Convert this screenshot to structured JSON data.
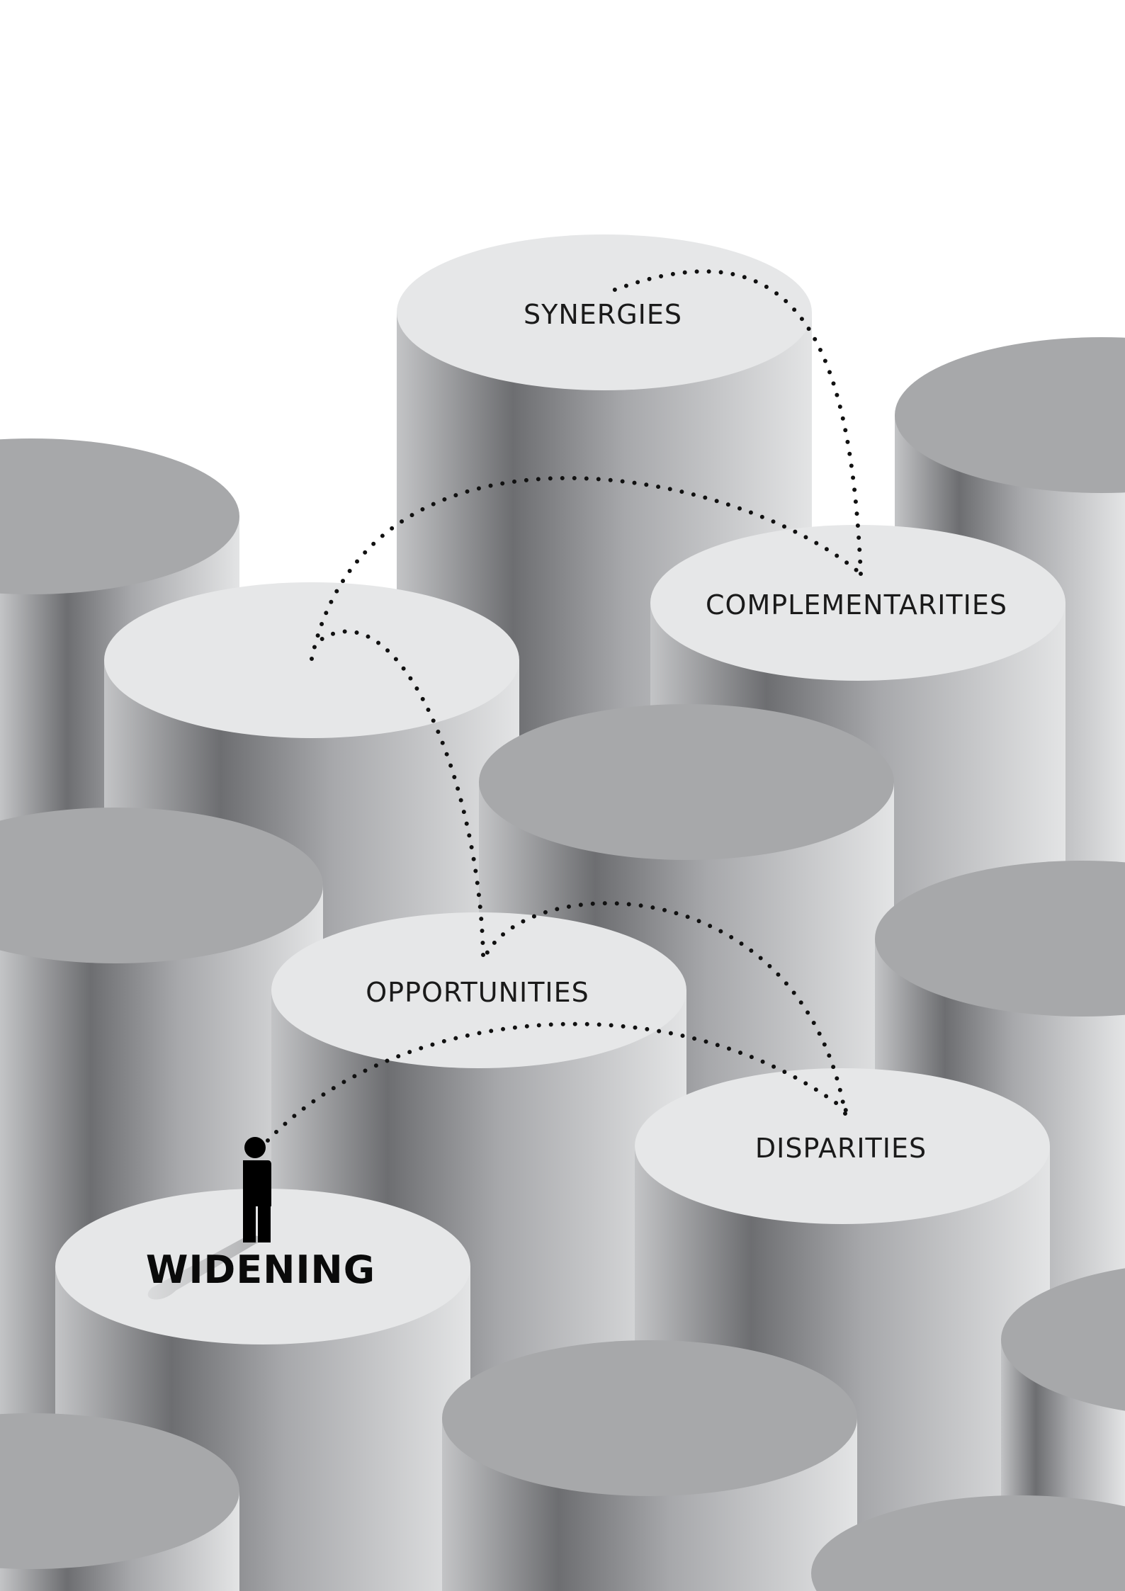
{
  "labels": {
    "synergies": "SYNERGIES",
    "complementarities": "COMPLEMENTARITIES",
    "opportunities": "OPPORTUNITIES",
    "disparities": "DISPARITIES",
    "widening": "WIDENING"
  },
  "colors": {
    "background": "#ffffff",
    "labeled_top": "#e6e7e8",
    "plain_top": "#a7a8aa",
    "side_dark": "#6d6e71",
    "side_light": "#e3e4e5",
    "dots": "#111111",
    "figure": "#000000"
  },
  "icons": {
    "figure": "person-icon"
  }
}
